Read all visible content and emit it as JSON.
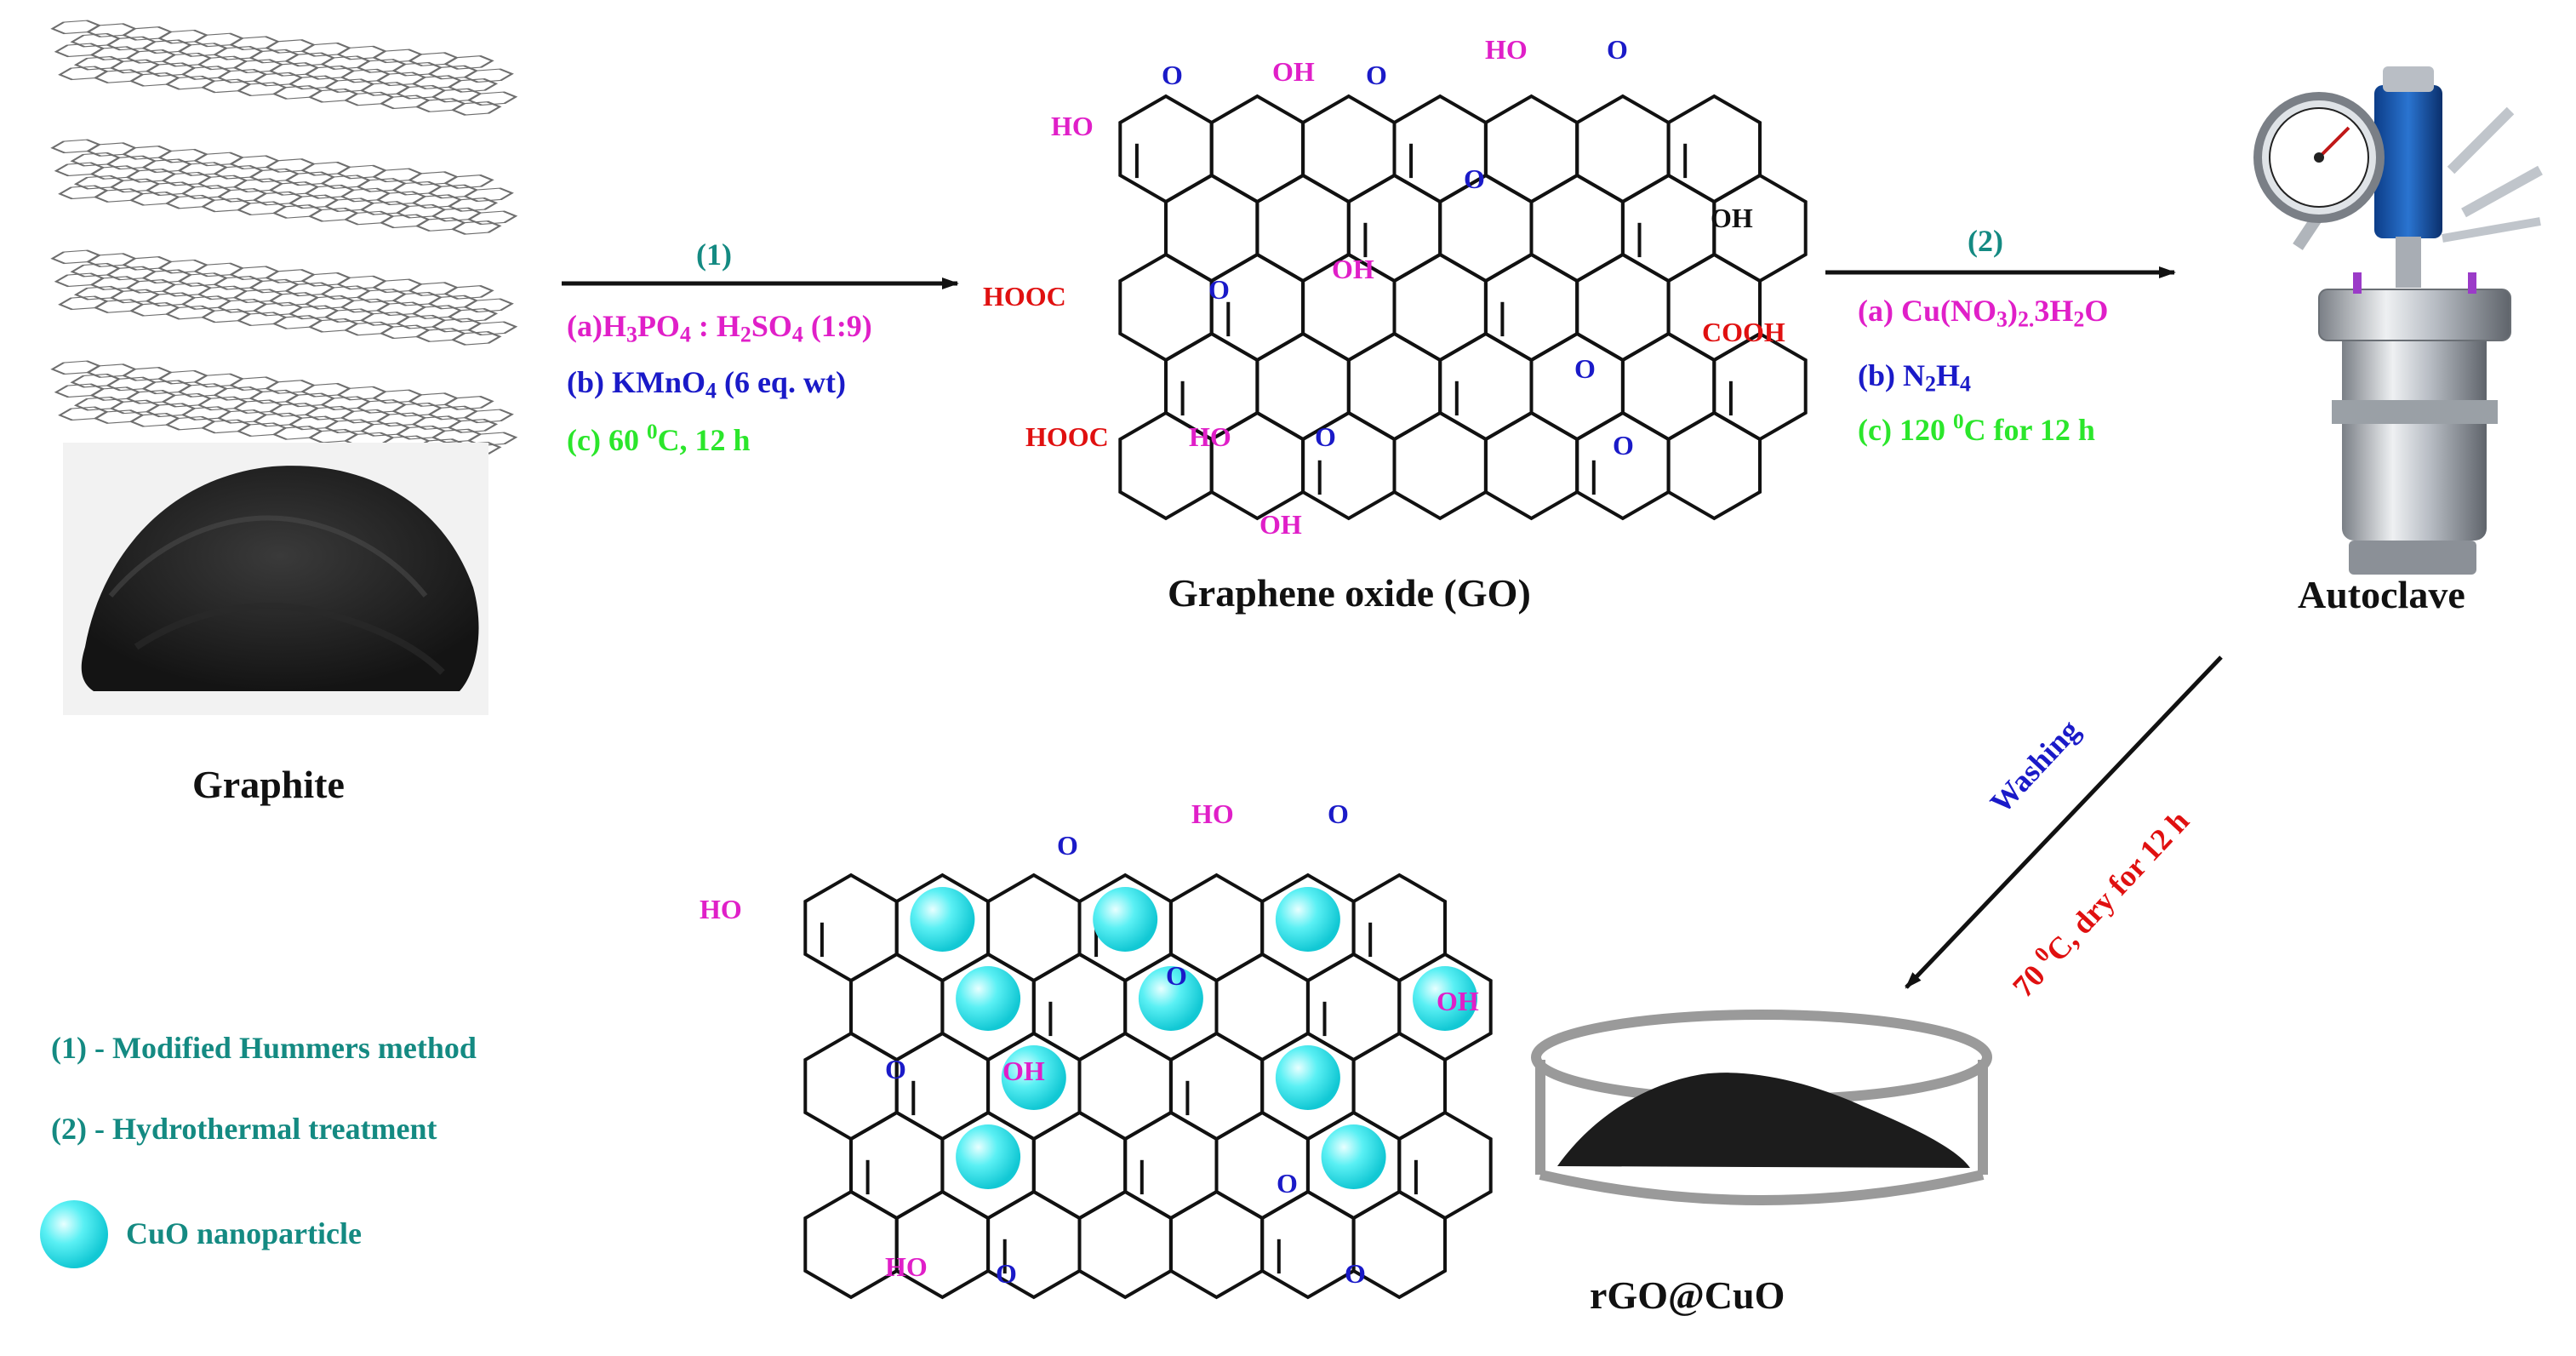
{
  "colors": {
    "hydroxyl": "#e01fc8",
    "oxygen": "#1a1ac8",
    "carboxyl": "#e01010",
    "temperature": "#2be62b",
    "step_label": "#148a82",
    "nanoparticle": "#21e0e8"
  },
  "labels": {
    "graphite": "Graphite",
    "go": "Graphene oxide (GO)",
    "autoclave": "Autoclave",
    "rgo_cuo": "rGO@CuO"
  },
  "step1": {
    "label": "(1)",
    "cond_a": [
      "(a)H",
      "3",
      "PO",
      "4",
      " : H",
      "2",
      "SO",
      "4",
      " (1:9)"
    ],
    "cond_b": [
      "(b)  KMnO",
      "4",
      " (6 eq. wt)"
    ],
    "cond_c": [
      "(c)  60 ",
      "0",
      "C, 12 h"
    ]
  },
  "step2": {
    "label": "(2)",
    "cond_a": [
      "(a)  Cu(NO",
      "3",
      ")",
      "2.",
      "3H",
      "2",
      "O"
    ],
    "cond_b": [
      "(b)  N",
      "2",
      "H",
      "4"
    ],
    "cond_c": [
      "(c)  120 ",
      "0",
      "C for 12 h"
    ]
  },
  "step3": {
    "washing": "Washing",
    "dry": [
      "70 ",
      "0",
      "C, dry for 12 h"
    ]
  },
  "legend": {
    "item1": "(1) - Modified Hummers method",
    "item2": "(2) - Hydrothermal treatment",
    "item3": "CuO nanoparticle"
  },
  "go_groups": {
    "ho": "HO",
    "oh": "OH",
    "o": "O",
    "hooc": "HOOC",
    "cooh": "COOH"
  },
  "icons": [
    "graphite-layers-icon",
    "graphite-powder-icon",
    "autoclave-reactor-icon",
    "petri-dish-icon",
    "cuo-nanoparticle-icon"
  ]
}
